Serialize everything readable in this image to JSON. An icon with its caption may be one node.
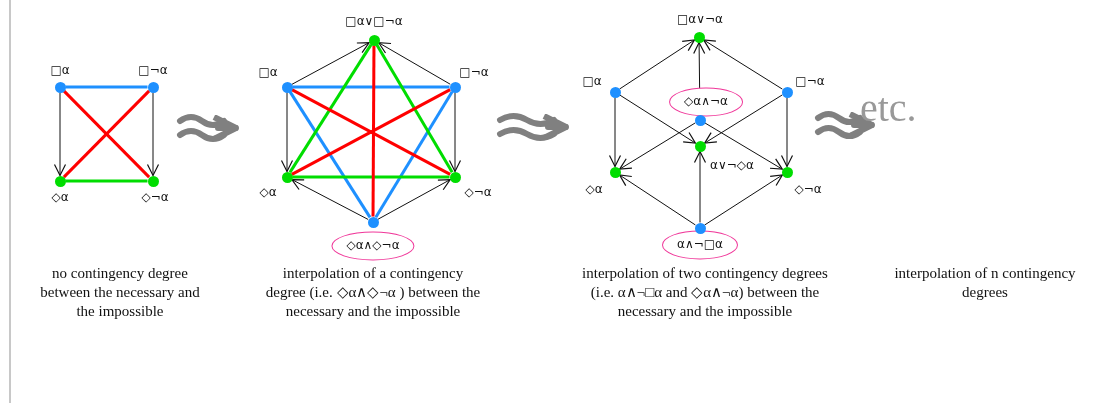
{
  "diagram": {
    "nodes": [
      {
        "text": [],
        "shape": "circle",
        "beside": [
          "□α"
        ]
      },
      {
        "text": [],
        "shape": "circle",
        "beside": [
          "□¬α"
        ]
      },
      {
        "text": [],
        "shape": "circle",
        "beside": [
          "◇α"
        ]
      },
      {
        "text": [],
        "shape": "circle",
        "beside": [
          "◇¬α"
        ]
      },
      {
        "text": [],
        "shape": "circle",
        "beside": [
          "□α∨□¬α"
        ]
      },
      {
        "text": [],
        "shape": "circle",
        "beside": [
          "□α"
        ]
      },
      {
        "text": [],
        "shape": "circle",
        "beside": [
          "□¬α"
        ]
      },
      {
        "text": [],
        "shape": "circle",
        "beside": [
          "◇α"
        ]
      },
      {
        "text": [],
        "shape": "circle",
        "beside": [
          "◇¬α"
        ]
      },
      {
        "text": [],
        "shape": "circle",
        "beside": [
          "◇α∧◇¬α"
        ]
      },
      {
        "text": [],
        "shape": "circle",
        "beside": [
          "□α∨¬α"
        ]
      },
      {
        "text": [],
        "shape": "circle",
        "beside": [
          "□α"
        ]
      },
      {
        "text": [],
        "shape": "circle",
        "beside": [
          "□¬α"
        ]
      },
      {
        "text": [],
        "shape": "circle",
        "beside": [
          "◇α∧¬α"
        ]
      },
      {
        "text": [],
        "shape": "circle",
        "beside": [
          "α∨¬◇α"
        ]
      },
      {
        "text": [],
        "shape": "circle",
        "beside": [
          "◇α"
        ]
      },
      {
        "text": [],
        "shape": "circle",
        "beside": [
          "◇¬α"
        ]
      },
      {
        "text": [],
        "shape": "circle",
        "beside": [
          "α∧¬□α"
        ]
      }
    ],
    "edges": [
      {
        "from": 0,
        "to": 1,
        "arrow": "none",
        "style": "thick",
        "color": "#1e90ff"
      },
      {
        "from": 0,
        "to": 3,
        "arrow": "none",
        "style": "thick",
        "color": "#ff0000"
      },
      {
        "from": 1,
        "to": 2,
        "arrow": "none",
        "style": "thick",
        "color": "#ff0000"
      },
      {
        "from": 2,
        "to": 3,
        "arrow": "none",
        "style": "thick",
        "color": "#00dd00"
      },
      {
        "from": 0,
        "to": 2,
        "arrow": "to"
      },
      {
        "from": 1,
        "to": 3,
        "arrow": "to"
      },
      {
        "from": 5,
        "to": 6,
        "arrow": "none",
        "style": "thick",
        "color": "#1e90ff"
      },
      {
        "from": 5,
        "to": 9,
        "arrow": "none",
        "style": "thick",
        "color": "#1e90ff"
      },
      {
        "from": 6,
        "to": 9,
        "arrow": "none",
        "style": "thick",
        "color": "#1e90ff"
      },
      {
        "from": 4,
        "to": 7,
        "arrow": "none",
        "style": "thick",
        "color": "#00dd00"
      },
      {
        "from": 4,
        "to": 8,
        "arrow": "none",
        "style": "thick",
        "color": "#00dd00"
      },
      {
        "from": 7,
        "to": 8,
        "arrow": "none",
        "style": "thick",
        "color": "#00dd00"
      },
      {
        "from": 5,
        "to": 8,
        "arrow": "none",
        "style": "thick",
        "color": "#ff0000"
      },
      {
        "from": 6,
        "to": 7,
        "arrow": "none",
        "style": "thick",
        "color": "#ff0000"
      },
      {
        "from": 4,
        "to": 9,
        "arrow": "none",
        "style": "thick",
        "color": "#ff0000"
      },
      {
        "from": 5,
        "to": 4,
        "arrow": "to"
      },
      {
        "from": 6,
        "to": 4,
        "arrow": "to"
      },
      {
        "from": 5,
        "to": 7,
        "arrow": "to"
      },
      {
        "from": 6,
        "to": 8,
        "arrow": "to"
      },
      {
        "from": 9,
        "to": 7,
        "arrow": "to"
      },
      {
        "from": 9,
        "to": 8,
        "arrow": "to"
      },
      {
        "from": 11,
        "to": 10,
        "arrow": "to"
      },
      {
        "from": 12,
        "to": 10,
        "arrow": "to"
      },
      {
        "from": 13,
        "to": 10,
        "arrow": "to"
      },
      {
        "from": 11,
        "to": 15,
        "arrow": "to"
      },
      {
        "from": 12,
        "to": 16,
        "arrow": "to"
      },
      {
        "from": 11,
        "to": 14,
        "arrow": "to"
      },
      {
        "from": 12,
        "to": 14,
        "arrow": "to"
      },
      {
        "from": 13,
        "to": 15,
        "arrow": "to"
      },
      {
        "from": 13,
        "to": 16,
        "arrow": "to"
      },
      {
        "from": 17,
        "to": 15,
        "arrow": "to"
      },
      {
        "from": 17,
        "to": 16,
        "arrow": "to"
      },
      {
        "from": 17,
        "to": 14,
        "arrow": "to"
      }
    ],
    "labels": [
      "etc.",
      "no contingency degree between the necessary and the impossible",
      "interpolation of a contingency degree (i.e. ◇α∧◇¬α ) between the necessary and the impossible",
      "interpolation of two contingency degrees (i.e. α∧¬□α and ◇α∧¬α) between the necessary and the impossible",
      "interpolation of n contingency degrees"
    ]
  }
}
